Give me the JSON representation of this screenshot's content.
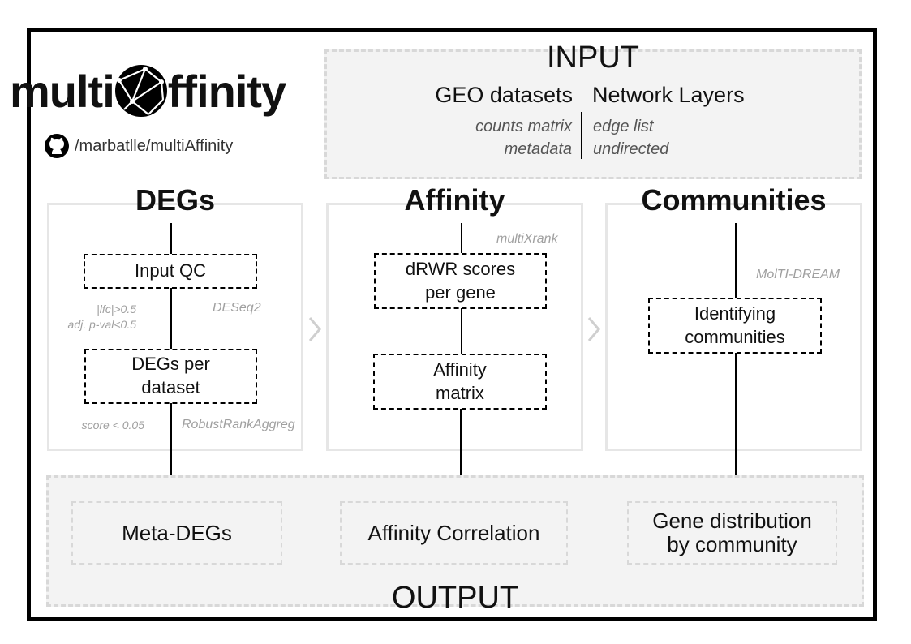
{
  "logo": {
    "prefix": "multi",
    "suffix": "ffinity"
  },
  "repo": {
    "path": "/marbatlle/multiAffinity"
  },
  "input": {
    "title": "INPUT",
    "geo": {
      "label": "GEO datasets",
      "items": [
        "counts matrix",
        "metadata"
      ]
    },
    "network": {
      "label": "Network Layers",
      "items": [
        "edge list",
        "undirected"
      ]
    }
  },
  "degs": {
    "title": "DEGs",
    "step1": "Input QC",
    "tool1": "DESeq2",
    "filter1": [
      "|lfc|>0.5",
      "adj. p-val<0.5"
    ],
    "step2": "DEGs per\ndataset",
    "tool2": "RobustRankAggreg",
    "filter2": "score < 0.05"
  },
  "affinity": {
    "title": "Affinity",
    "tool": "multiXrank",
    "step1": "dRWR scores\nper gene",
    "step2": "Affinity\nmatrix"
  },
  "communities": {
    "title": "Communities",
    "tool": "MolTI-DREAM",
    "step1": "Identifying\ncommunities"
  },
  "output": {
    "title": "OUTPUT",
    "items": [
      "Meta-DEGs",
      "Affinity Correlation",
      "Gene distribution\nby community"
    ]
  },
  "colors": {
    "frame": "#000000",
    "box_fill": "#f3f3f3",
    "dashed_border": "#d8d8d8",
    "muted_text": "#a0a0a0"
  },
  "icons": [
    "github-icon",
    "network-globe-icon",
    "chevron-right-icon"
  ]
}
